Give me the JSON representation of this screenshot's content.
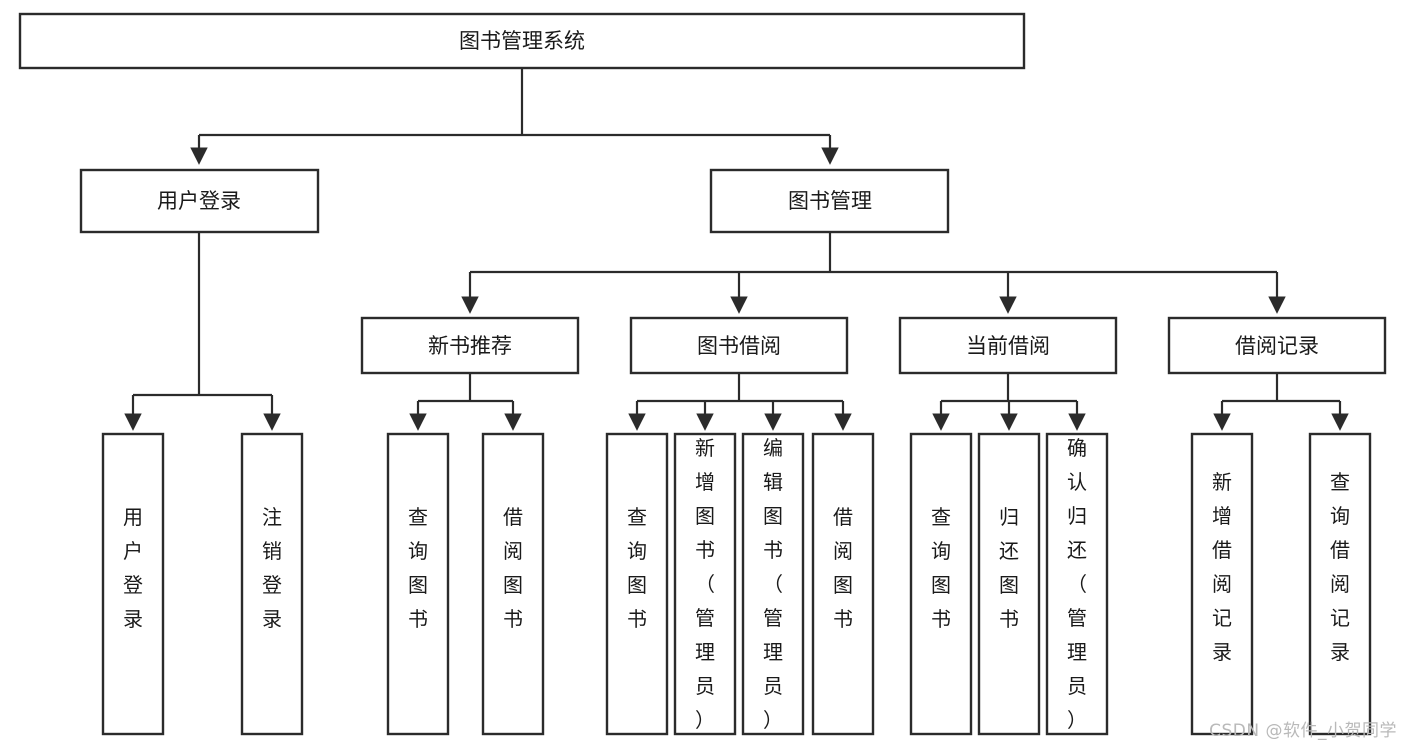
{
  "diagram": {
    "type": "tree",
    "title": "图书管理系统",
    "watermark": "CSDN @软件_小贺同学",
    "colors": {
      "box_stroke": "#2b2b2b",
      "box_fill": "#ffffff",
      "text": "#1a1a1a",
      "background": "#ffffff",
      "watermark": "#b9b9b9"
    },
    "levels": {
      "root": {
        "label": "图书管理系统"
      },
      "level2": [
        {
          "label": "用户登录"
        },
        {
          "label": "图书管理"
        }
      ],
      "level3": [
        {
          "label": "新书推荐"
        },
        {
          "label": "图书借阅"
        },
        {
          "label": "当前借阅"
        },
        {
          "label": "借阅记录"
        }
      ],
      "leaves": {
        "user_login": [
          {
            "label": "用户登录"
          },
          {
            "label": "注销登录"
          }
        ],
        "new_book": [
          {
            "label": "查询图书"
          },
          {
            "label": "借阅图书"
          }
        ],
        "book_borrow": [
          {
            "label": "查询图书"
          },
          {
            "label": "新增图书（管理员）"
          },
          {
            "label": "编辑图书（管理员）"
          },
          {
            "label": "借阅图书"
          }
        ],
        "current_borrow": [
          {
            "label": "查询图书"
          },
          {
            "label": "归还图书"
          },
          {
            "label": "确认归还（管理员）"
          }
        ],
        "borrow_record": [
          {
            "label": "新增借阅记录"
          },
          {
            "label": "查询借阅记录"
          }
        ]
      }
    }
  }
}
